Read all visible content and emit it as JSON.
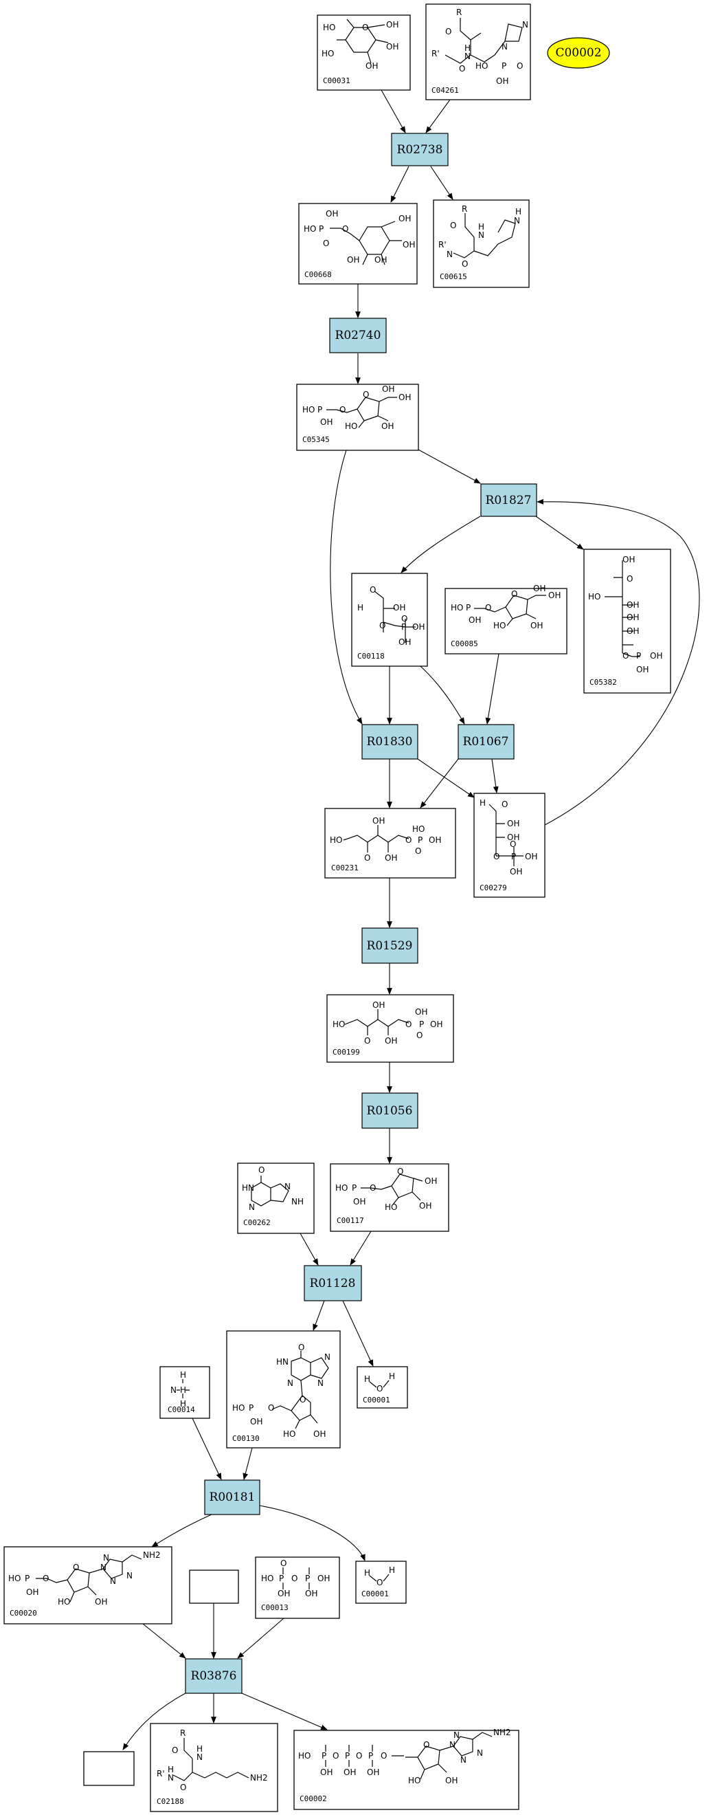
{
  "colors": {
    "reaction_fill": "#add8e6",
    "highlight_fill": "#ffff00",
    "stroke": "#000000",
    "background": "#ffffff"
  },
  "highlight": {
    "label": "C00002"
  },
  "reactions": [
    "R02738",
    "R02740",
    "R01827",
    "R01830",
    "R01067",
    "R01529",
    "R01056",
    "R01128",
    "R00181",
    "R03876"
  ],
  "compounds": [
    "C00031",
    "C04261",
    "C00668",
    "C00615",
    "C05345",
    "C00118",
    "C00085",
    "C05382",
    "C00231",
    "C00279",
    "C00199",
    "C00262",
    "C00117",
    "C00014",
    "C00130",
    "C00001",
    "C00020",
    "C00013",
    "C02188",
    "C00002"
  ],
  "structures": {
    "C00031": [
      "HO",
      "OH",
      "HO",
      "OH",
      "OH"
    ],
    "C04261": [
      "R",
      "O",
      "R'",
      "H",
      "N",
      "O",
      "N",
      "N",
      "HO",
      "P",
      "O",
      "OH"
    ],
    "C00668": [
      "OH",
      "HO",
      "P",
      "O",
      "O",
      "OH",
      "OH",
      "OH",
      "OH"
    ],
    "C00615": [
      "R",
      "O",
      "H",
      "N",
      "N",
      "R'",
      "N",
      "H",
      "O"
    ],
    "C05345": [
      "HO",
      "P",
      "O",
      "OH",
      "O",
      "OH",
      "OH",
      "HO",
      "OH"
    ],
    "C00118": [
      "O",
      "H",
      "OH",
      "O",
      "P",
      "OH",
      "O",
      "OH"
    ],
    "C00085": [
      "HO",
      "P",
      "O",
      "OH",
      "O",
      "OH",
      "OH",
      "HO",
      "OH"
    ],
    "C05382": [
      "OH",
      "O",
      "HO",
      "OH",
      "OH",
      "OH",
      "O",
      "P",
      "OH",
      "OH"
    ],
    "C00231": [
      "OH",
      "HO",
      "O",
      "HO",
      "P",
      "O",
      "OH",
      "O",
      "OH"
    ],
    "C00279": [
      "H",
      "O",
      "OH",
      "OH",
      "O",
      "P",
      "OH",
      "O",
      "OH"
    ],
    "C00199": [
      "OH",
      "HO",
      "O",
      "OH",
      "O",
      "P",
      "OH",
      "O",
      "OH"
    ],
    "C00262": [
      "O",
      "HN",
      "N",
      "N",
      "NH"
    ],
    "C00117": [
      "HO",
      "P",
      "O",
      "OH",
      "O",
      "OH",
      "HO",
      "OH"
    ],
    "C00014": [
      "H",
      "N",
      "H",
      "H"
    ],
    "C00130": [
      "O",
      "HN",
      "N",
      "N",
      "N",
      "HO",
      "P",
      "O",
      "OH",
      "O",
      "HO",
      "OH"
    ],
    "C00001a": [
      "H",
      "O",
      "H"
    ],
    "C00001b": [
      "H",
      "O",
      "H"
    ],
    "C00020": [
      "HO",
      "P",
      "O",
      "OH",
      "N",
      "N",
      "NH2",
      "N",
      "N",
      "O",
      "HO",
      "OH"
    ],
    "C00013": [
      "HO",
      "P",
      "O",
      "P",
      "OH",
      "OH",
      "O",
      "OH"
    ],
    "C02188": [
      "R",
      "O",
      "H",
      "N",
      "R'",
      "N",
      "H",
      "O",
      "NH2"
    ],
    "C00002": [
      "HO",
      "P",
      "O",
      "P",
      "O",
      "P",
      "O",
      "OH",
      "OH",
      "OH",
      "O",
      "N",
      "N",
      "NH2",
      "N",
      "N",
      "HO",
      "OH"
    ]
  }
}
